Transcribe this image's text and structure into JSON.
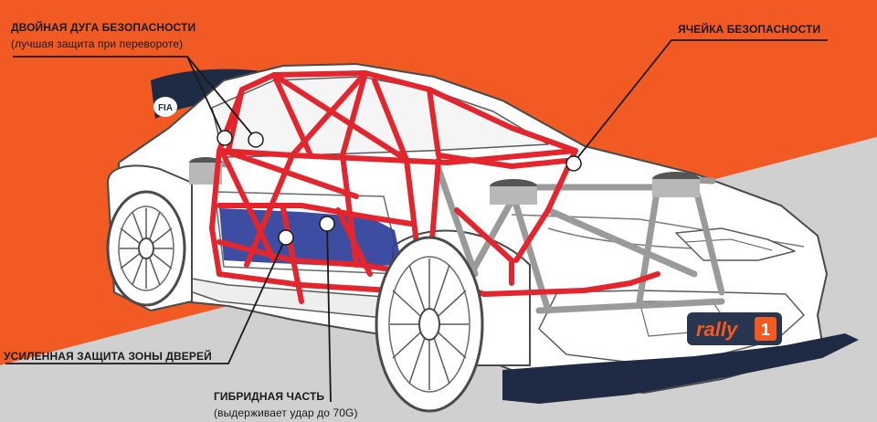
{
  "callouts": {
    "double_arc": {
      "title": "ДВОЙНАЯ ДУГА БЕЗОПАСНОСТИ",
      "subtitle": "(лучшая защита при перевороте)"
    },
    "safety_cell": {
      "title": "ЯЧЕЙКА БЕЗОПАСНОСТИ"
    },
    "door_protection": {
      "title": "УСИЛЕННАЯ ЗАЩИТА ЗОНЫ ДВЕРЕЙ"
    },
    "hybrid_part": {
      "title": "ГИБРИДНАЯ ЧАСТЬ",
      "subtitle": "(выдерживает удар до 70G)"
    }
  },
  "badges": {
    "fia": "FIA",
    "rally_word": "rally",
    "rally_number": "1"
  },
  "colors": {
    "orange_background": "#f15a22",
    "gray_band": "#d0d0d0",
    "roll_cage_red": "#e3262e",
    "hybrid_blue": "#2c3f9a",
    "navy_body": "#1f2a44",
    "leader_line": "#1a1a1a"
  }
}
